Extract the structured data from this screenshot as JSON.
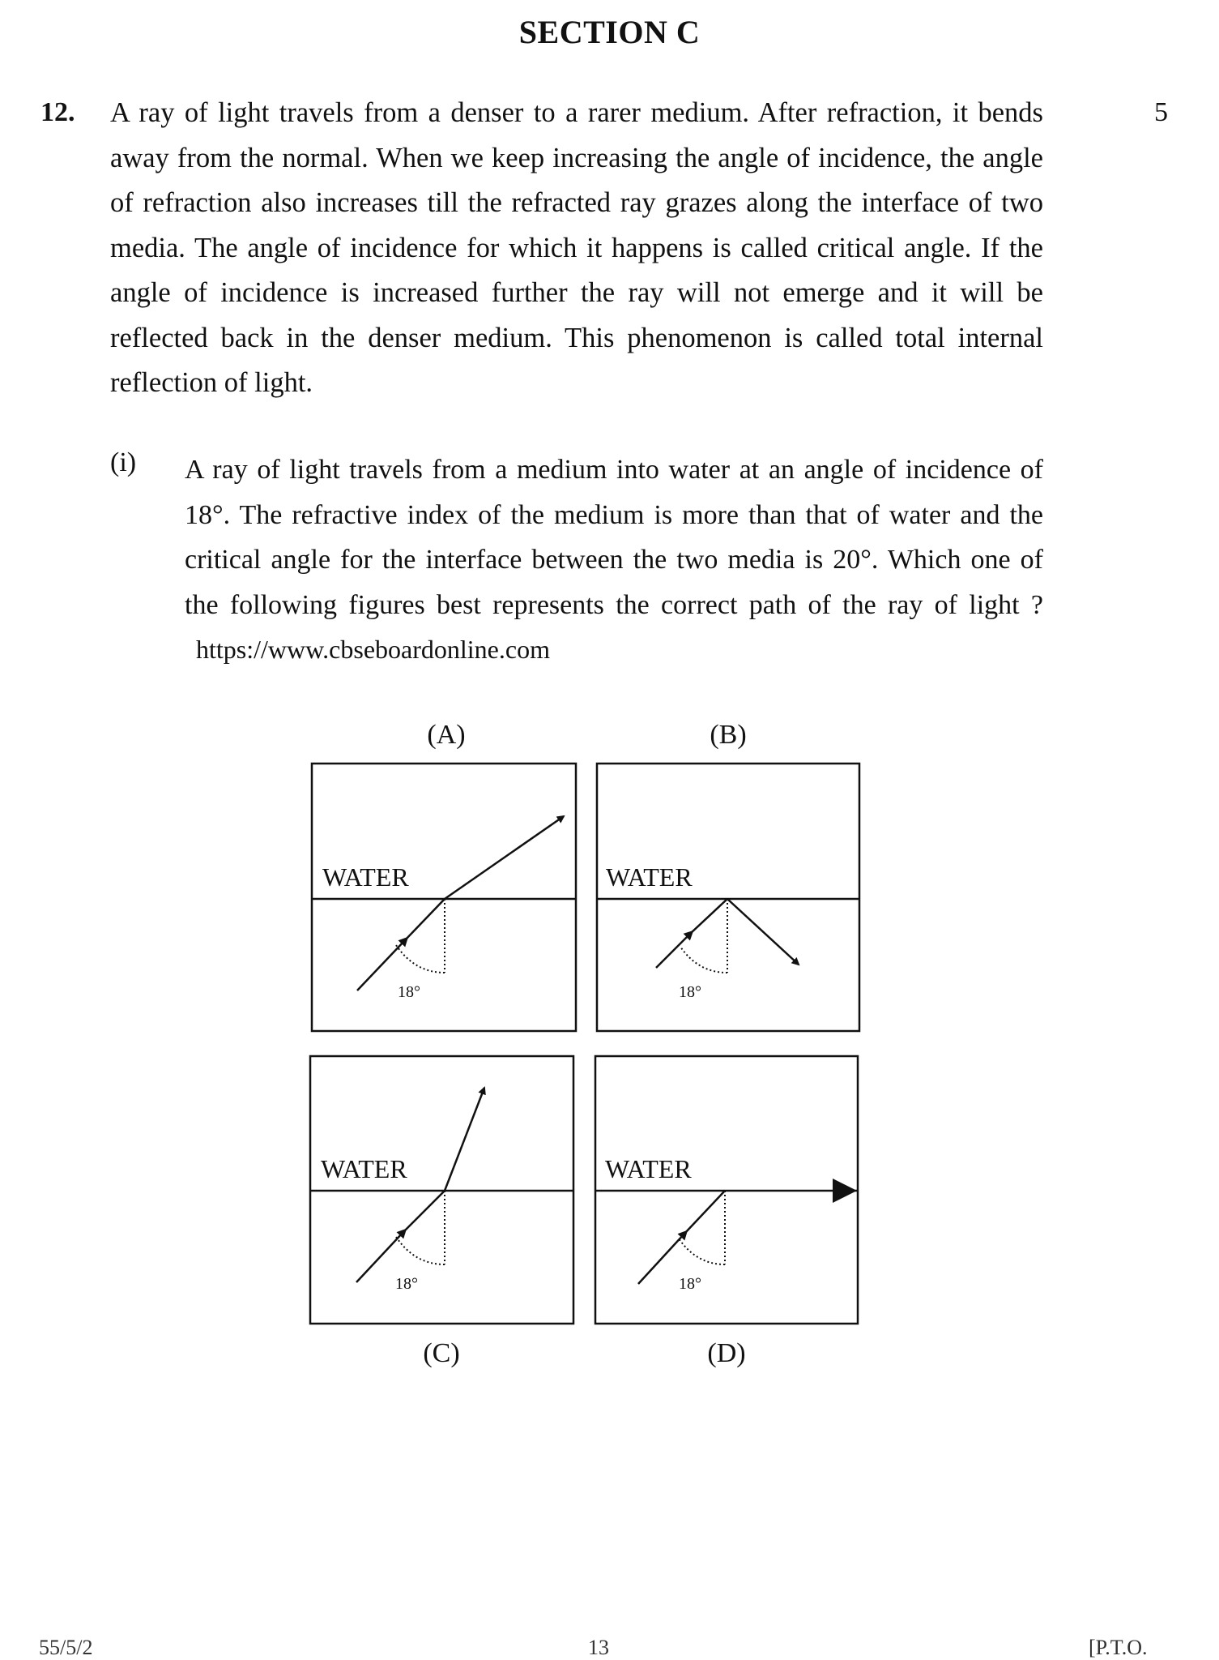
{
  "section": {
    "heading": "SECTION C"
  },
  "question": {
    "number": "12.",
    "marks": "5",
    "paragraph": "A ray of light travels from a denser to a rarer medium. After refraction, it bends away from the normal. When we keep increasing the angle of incidence, the angle of refraction also increases till the refracted ray grazes along the interface of two media. The angle of incidence for which it happens is called critical angle. If the angle of incidence is increased further the ray will not emerge and it will be reflected back in the denser medium. This phenomenon is called total internal reflection of light."
  },
  "sub_question": {
    "label": "(i)",
    "text": "A ray of light travels from a medium into water at an angle of incidence of 18°. The refractive index of the medium is more than that of water and the critical angle for the interface between the two media is 20°. Which one of the following figures best represents the correct path of the ray of light ?",
    "url": "https://www.cbseboardonline.com"
  },
  "options": [
    {
      "label": "(A)",
      "medium_label": "WATER",
      "angle_label": "18°"
    },
    {
      "label": "(B)",
      "medium_label": "WATER",
      "angle_label": "18°"
    },
    {
      "label": "(C)",
      "medium_label": "WATER",
      "angle_label": "18°"
    },
    {
      "label": "(D)",
      "medium_label": "WATER",
      "angle_label": "18°"
    }
  ],
  "footer": {
    "code": "55/5/2",
    "page": "13",
    "pto": "[P.T.O."
  }
}
